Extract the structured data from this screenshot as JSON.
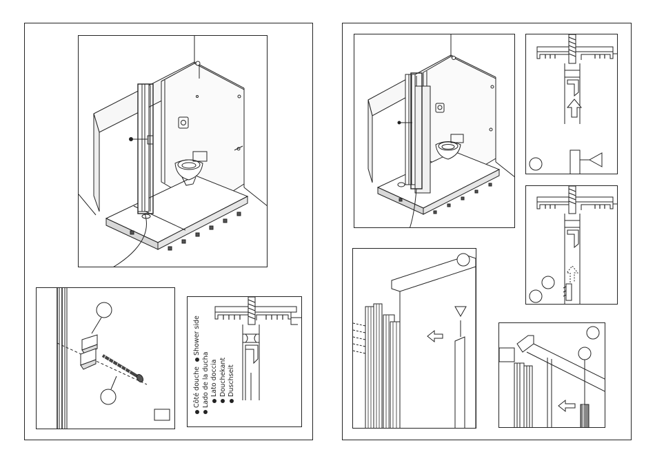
{
  "legend": {
    "lines": [
      {
        "left": "Côté douche",
        "right": "Shower side"
      },
      {
        "left": "Lado de la ducha",
        "right": ""
      },
      {
        "left": "Lato doccia",
        "right": ""
      },
      {
        "left": "Douchekant",
        "right": ""
      },
      {
        "left": "Duschseit",
        "right": ""
      }
    ]
  },
  "colors": {
    "line": "#222222",
    "fill_light": "#f4f4f4",
    "fill_mid": "#d8d8d8",
    "fill_dark": "#8a8a8a"
  }
}
